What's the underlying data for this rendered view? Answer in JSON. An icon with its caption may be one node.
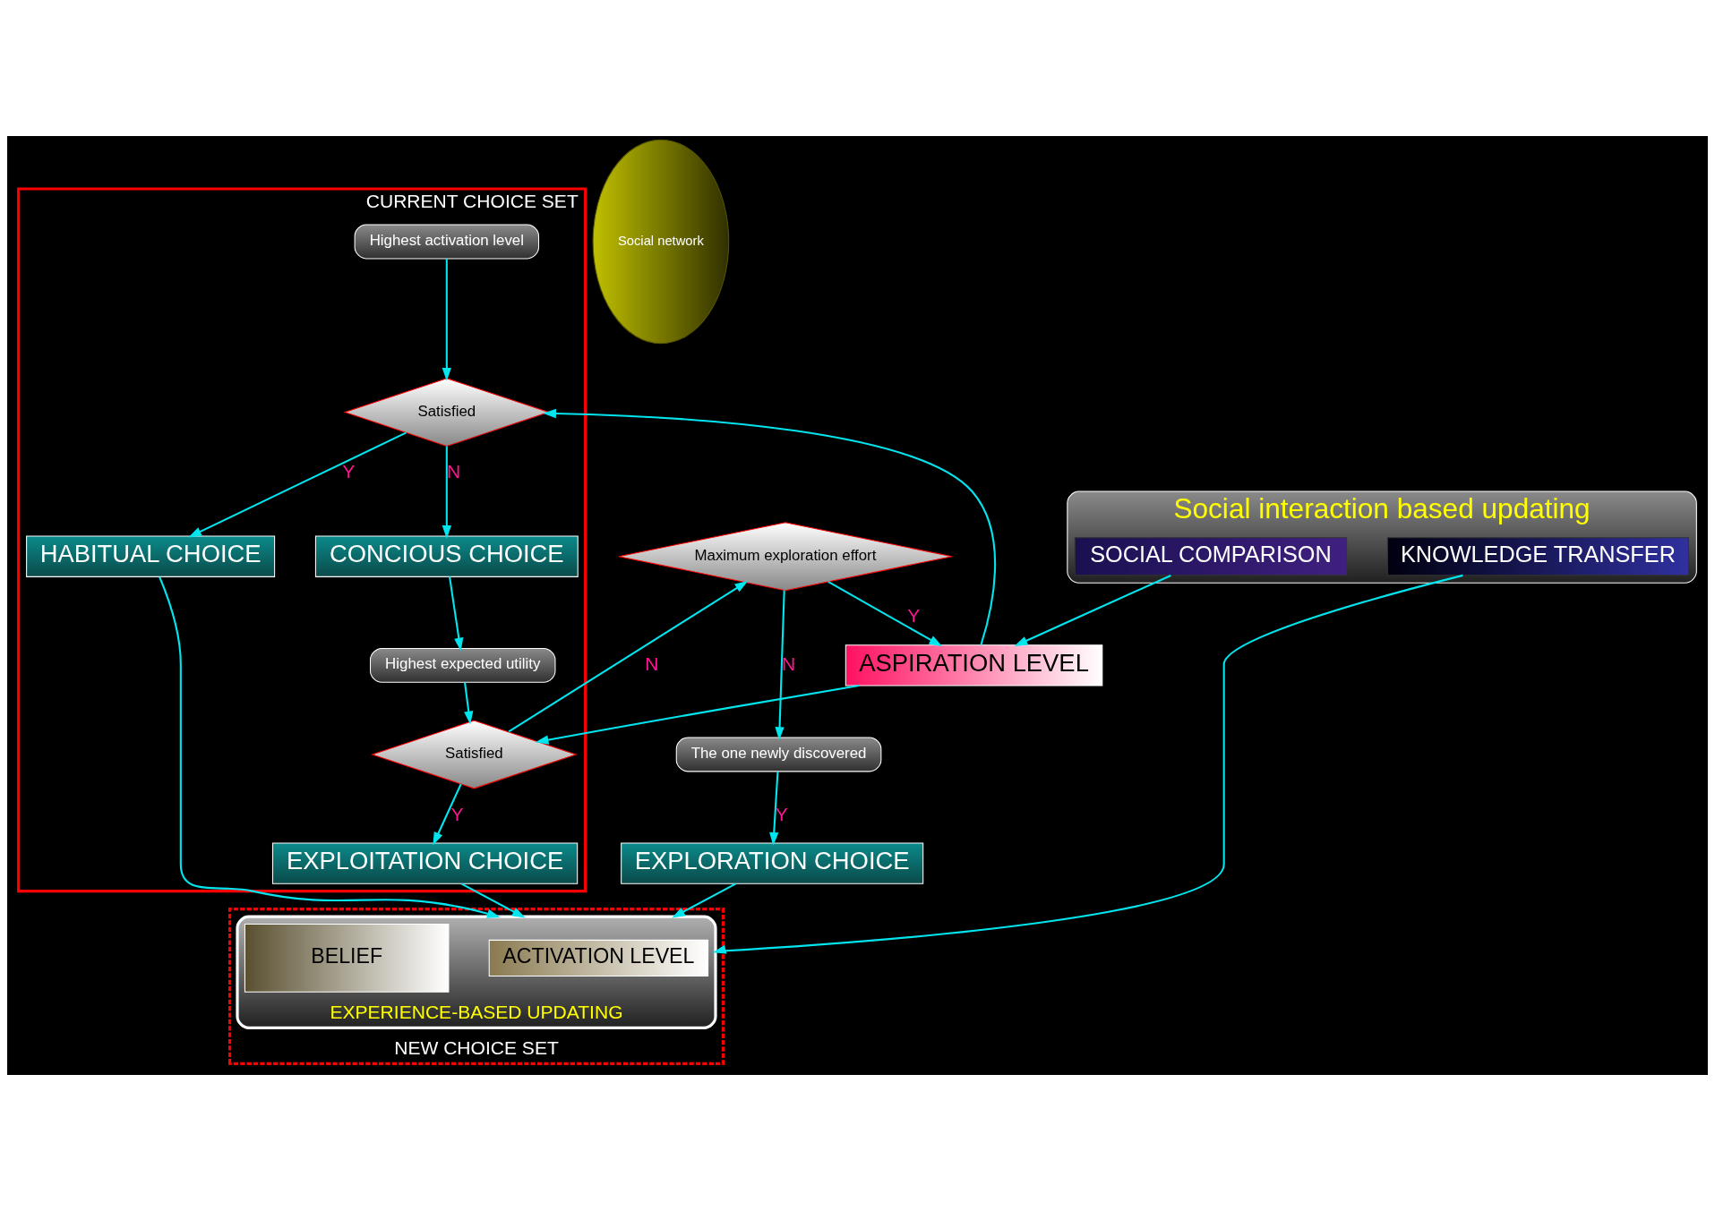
{
  "diagram": {
    "nodes": [
      {
        "text": [
          "CURRENT CHOICE SET"
        ]
      },
      {
        "text": [
          "Highest activation level"
        ],
        "in": 0
      },
      {
        "text": [
          "Satisfied"
        ],
        "in": 0
      },
      {
        "text": [
          "HABITUAL CHOICE"
        ],
        "in": 0
      },
      {
        "text": [
          "CONCIOUS CHOICE"
        ],
        "in": 0
      },
      {
        "text": [
          "Highest expected utility"
        ],
        "in": 0
      },
      {
        "text": [
          "Satisfied"
        ],
        "in": 0
      },
      {
        "text": [
          "EXPLOITATION CHOICE"
        ],
        "in": 0
      },
      {
        "text": [
          "NEW CHOICE SET"
        ]
      },
      {
        "text": [
          "EXPERIENCE-BASED UPDATING"
        ],
        "in": 8
      },
      {
        "text": [
          "ACTIVATION LEVEL"
        ],
        "in": 9
      },
      {
        "text": [
          "BELIEF"
        ],
        "in": 9
      },
      {
        "text": [
          "ASPIRATION LEVEL"
        ]
      },
      {
        "text": [
          "Maximum exploration effort"
        ]
      },
      {
        "text": [
          "The one newly discovered"
        ]
      },
      {
        "text": [
          "EXPLORATION CHOICE"
        ]
      },
      {
        "text": [
          "Social interaction based updating"
        ]
      },
      {
        "text": [
          "SOCIAL COMPARISON"
        ],
        "in": 16
      },
      {
        "text": [
          "KNOWLEDGE TRANSFER"
        ],
        "in": 16
      },
      {
        "text": [
          "Social network"
        ]
      }
    ],
    "edges": [
      {
        "from": 1,
        "to": 2,
        "arrow": "to"
      },
      {
        "from": 2,
        "to": 3,
        "arrow": "to",
        "label": "Y"
      },
      {
        "from": 2,
        "to": 4,
        "arrow": "to",
        "label": "N"
      },
      {
        "from": 4,
        "to": 5,
        "arrow": "to"
      },
      {
        "from": 5,
        "to": 6,
        "arrow": "to"
      },
      {
        "from": 6,
        "to": 7,
        "arrow": "to",
        "label": "Y"
      },
      {
        "from": 6,
        "to": 13,
        "arrow": "to",
        "label": "N"
      },
      {
        "from": 13,
        "to": 12,
        "arrow": "to",
        "label": "Y"
      },
      {
        "from": 13,
        "to": 14,
        "arrow": "to",
        "label": "N"
      },
      {
        "from": 14,
        "to": 15,
        "arrow": "to",
        "label": "Y"
      },
      {
        "from": 12,
        "to": 2,
        "arrow": "to"
      },
      {
        "from": 12,
        "to": 6,
        "arrow": "to"
      },
      {
        "from": 3,
        "to": 9,
        "arrow": "to"
      },
      {
        "from": 7,
        "to": 9,
        "arrow": "to"
      },
      {
        "from": 15,
        "to": 9,
        "arrow": "to"
      },
      {
        "from": 17,
        "to": 12,
        "arrow": "to"
      },
      {
        "from": 18,
        "to": 9,
        "arrow": "to"
      }
    ]
  }
}
